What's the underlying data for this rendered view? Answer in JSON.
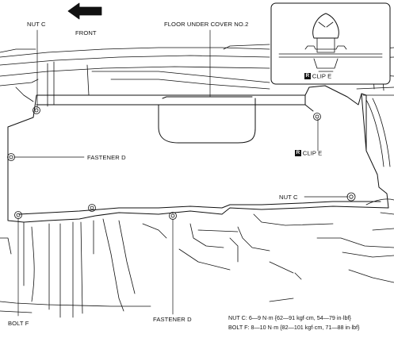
{
  "labels": {
    "front": "FRONT",
    "nut_c_top": "NUT C",
    "floor_under_cover": "FLOOR UNDER COVER NO.2",
    "clip_e_inset": "CLIP E",
    "clip_e_main": "CLIP E",
    "fastener_d_left": "FASTENER D",
    "nut_c_right": "NUT C",
    "fastener_d_bottom": "FASTENER D",
    "bolt_f": "BOLT F",
    "replace_mark": "R"
  },
  "specs": {
    "nut_c": "NUT C: 6—9 N·m {62—91 kgf·cm, 54—79 in·lbf}",
    "bolt_f": "BOLT F: 8—10 N·m {82—101 kgf·cm, 71—88 in·lbf}"
  },
  "colors": {
    "line": "#111111",
    "background": "#ffffff"
  }
}
